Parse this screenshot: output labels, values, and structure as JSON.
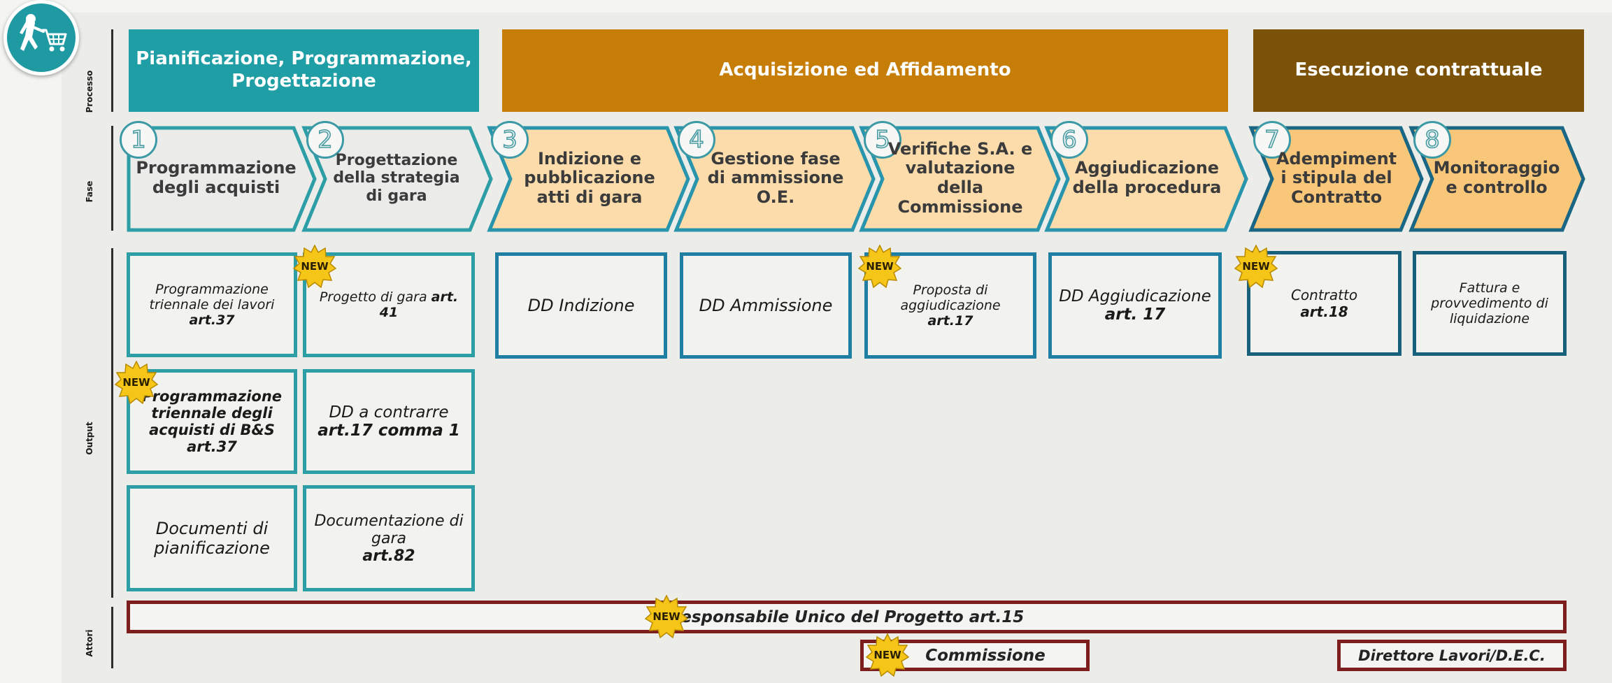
{
  "rail_labels": {
    "processo": "Processo",
    "fase": "Fase",
    "output": "Output",
    "attori": "Attori"
  },
  "colors": {
    "teal": "#1f9ea5",
    "amber": "#c77e08",
    "brown": "#7b5208",
    "actor_border": "#7d1d1d",
    "badge": "#f5c518"
  },
  "logo": {
    "icon": "shopping-cart-person-icon"
  },
  "phases": [
    {
      "label": "Pianificazione, Programmazione, Progettazione"
    },
    {
      "label": "Acquisizione ed Affidamento"
    },
    {
      "label": "Esecuzione contrattuale"
    }
  ],
  "steps": [
    {
      "num": "1",
      "label": "Programmazione degli acquisti"
    },
    {
      "num": "2",
      "label": "Progettazione della strategia di gara"
    },
    {
      "num": "3",
      "label": "Indizione e pubblicazione atti di gara"
    },
    {
      "num": "4",
      "label": "Gestione fase di ammissione O.E."
    },
    {
      "num": "5",
      "label": "Verifiche S.A. e valutazione della Commissione"
    },
    {
      "num": "6",
      "label": "Aggiudicazione della procedura"
    },
    {
      "num": "7",
      "label": "Adempiment i stipula del Contratto"
    },
    {
      "num": "8",
      "label": "Monitoraggio e controllo"
    }
  ],
  "badge_text": "NEW",
  "outputs": {
    "o1a": {
      "text": "Programmazione triennale dei lavori",
      "art": "art.37"
    },
    "o1b": {
      "text": "Programmazione triennale degli acquisti di B&S",
      "art": "art.37"
    },
    "o1c": {
      "text": "Documenti di pianificazione"
    },
    "o2a": {
      "text": "Progetto di gara",
      "art": "art. 41"
    },
    "o2b": {
      "text": "DD a contrarre",
      "art": "art.17 comma 1"
    },
    "o2c": {
      "text": "Documentazione di gara",
      "art": "art.82"
    },
    "o3": {
      "text": "DD Indizione"
    },
    "o4": {
      "text": "DD Ammissione"
    },
    "o5": {
      "text": "Proposta di aggiudicazione",
      "art": "art.17"
    },
    "o6": {
      "text": "DD Aggiudicazione",
      "art": "art. 17"
    },
    "o7": {
      "text": "Contratto",
      "art": "art.18"
    },
    "o8": {
      "text": "Fattura e provvedimento di liquidazione"
    }
  },
  "actors": {
    "rup": "Responsabile Unico del Progetto art.15",
    "commissione": "Commissione",
    "direttore": "Direttore Lavori/D.E.C."
  }
}
